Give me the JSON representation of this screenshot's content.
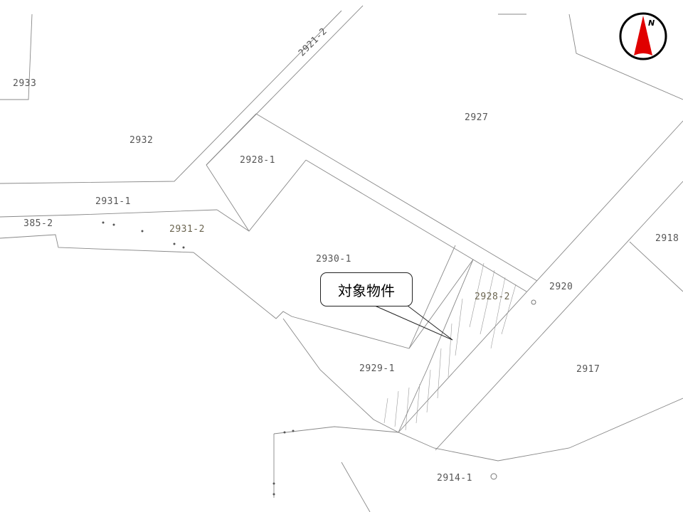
{
  "parcels": [
    {
      "id": "2933",
      "label": "2933"
    },
    {
      "id": "2932",
      "label": "2932"
    },
    {
      "id": "2921-2",
      "label": "2921-2"
    },
    {
      "id": "2928-1",
      "label": "2928-1"
    },
    {
      "id": "2927",
      "label": "2927"
    },
    {
      "id": "2931-1",
      "label": "2931-1"
    },
    {
      "id": "385-2",
      "label": "385-2"
    },
    {
      "id": "2931-2",
      "label": "2931-2"
    },
    {
      "id": "2930-1",
      "label": "2930-1"
    },
    {
      "id": "2918",
      "label": "2918"
    },
    {
      "id": "2920",
      "label": "2920"
    },
    {
      "id": "2928-2",
      "label": "2928-2"
    },
    {
      "id": "2929-1",
      "label": "2929-1"
    },
    {
      "id": "2917",
      "label": "2917"
    },
    {
      "id": "2914-1",
      "label": "2914-1"
    }
  ],
  "callout": {
    "text": "対象物件"
  },
  "compass": {
    "letter": "N",
    "color": "#e00000"
  }
}
